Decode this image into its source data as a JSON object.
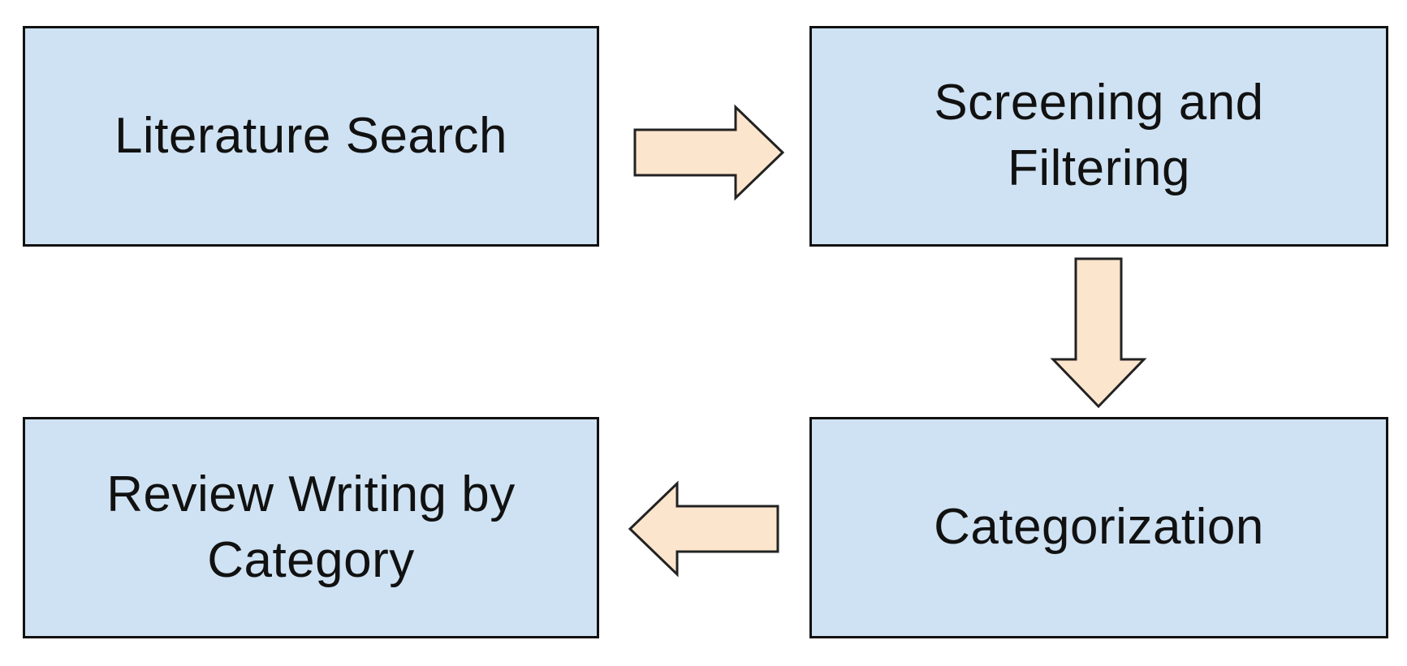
{
  "colors": {
    "box_fill": "#cfe2f3",
    "box_border": "#111111",
    "arrow_fill": "#fce5cd",
    "arrow_border": "#222222",
    "text": "#111111"
  },
  "steps": [
    {
      "label": "Literature Search"
    },
    {
      "label": "Screening and Filtering"
    },
    {
      "label": "Categorization"
    },
    {
      "label": "Review Writing by Category"
    }
  ],
  "arrows": [
    {
      "from": "Literature Search",
      "to": "Screening and Filtering",
      "direction": "right"
    },
    {
      "from": "Screening and Filtering",
      "to": "Categorization",
      "direction": "down"
    },
    {
      "from": "Categorization",
      "to": "Review Writing by Category",
      "direction": "left"
    }
  ]
}
